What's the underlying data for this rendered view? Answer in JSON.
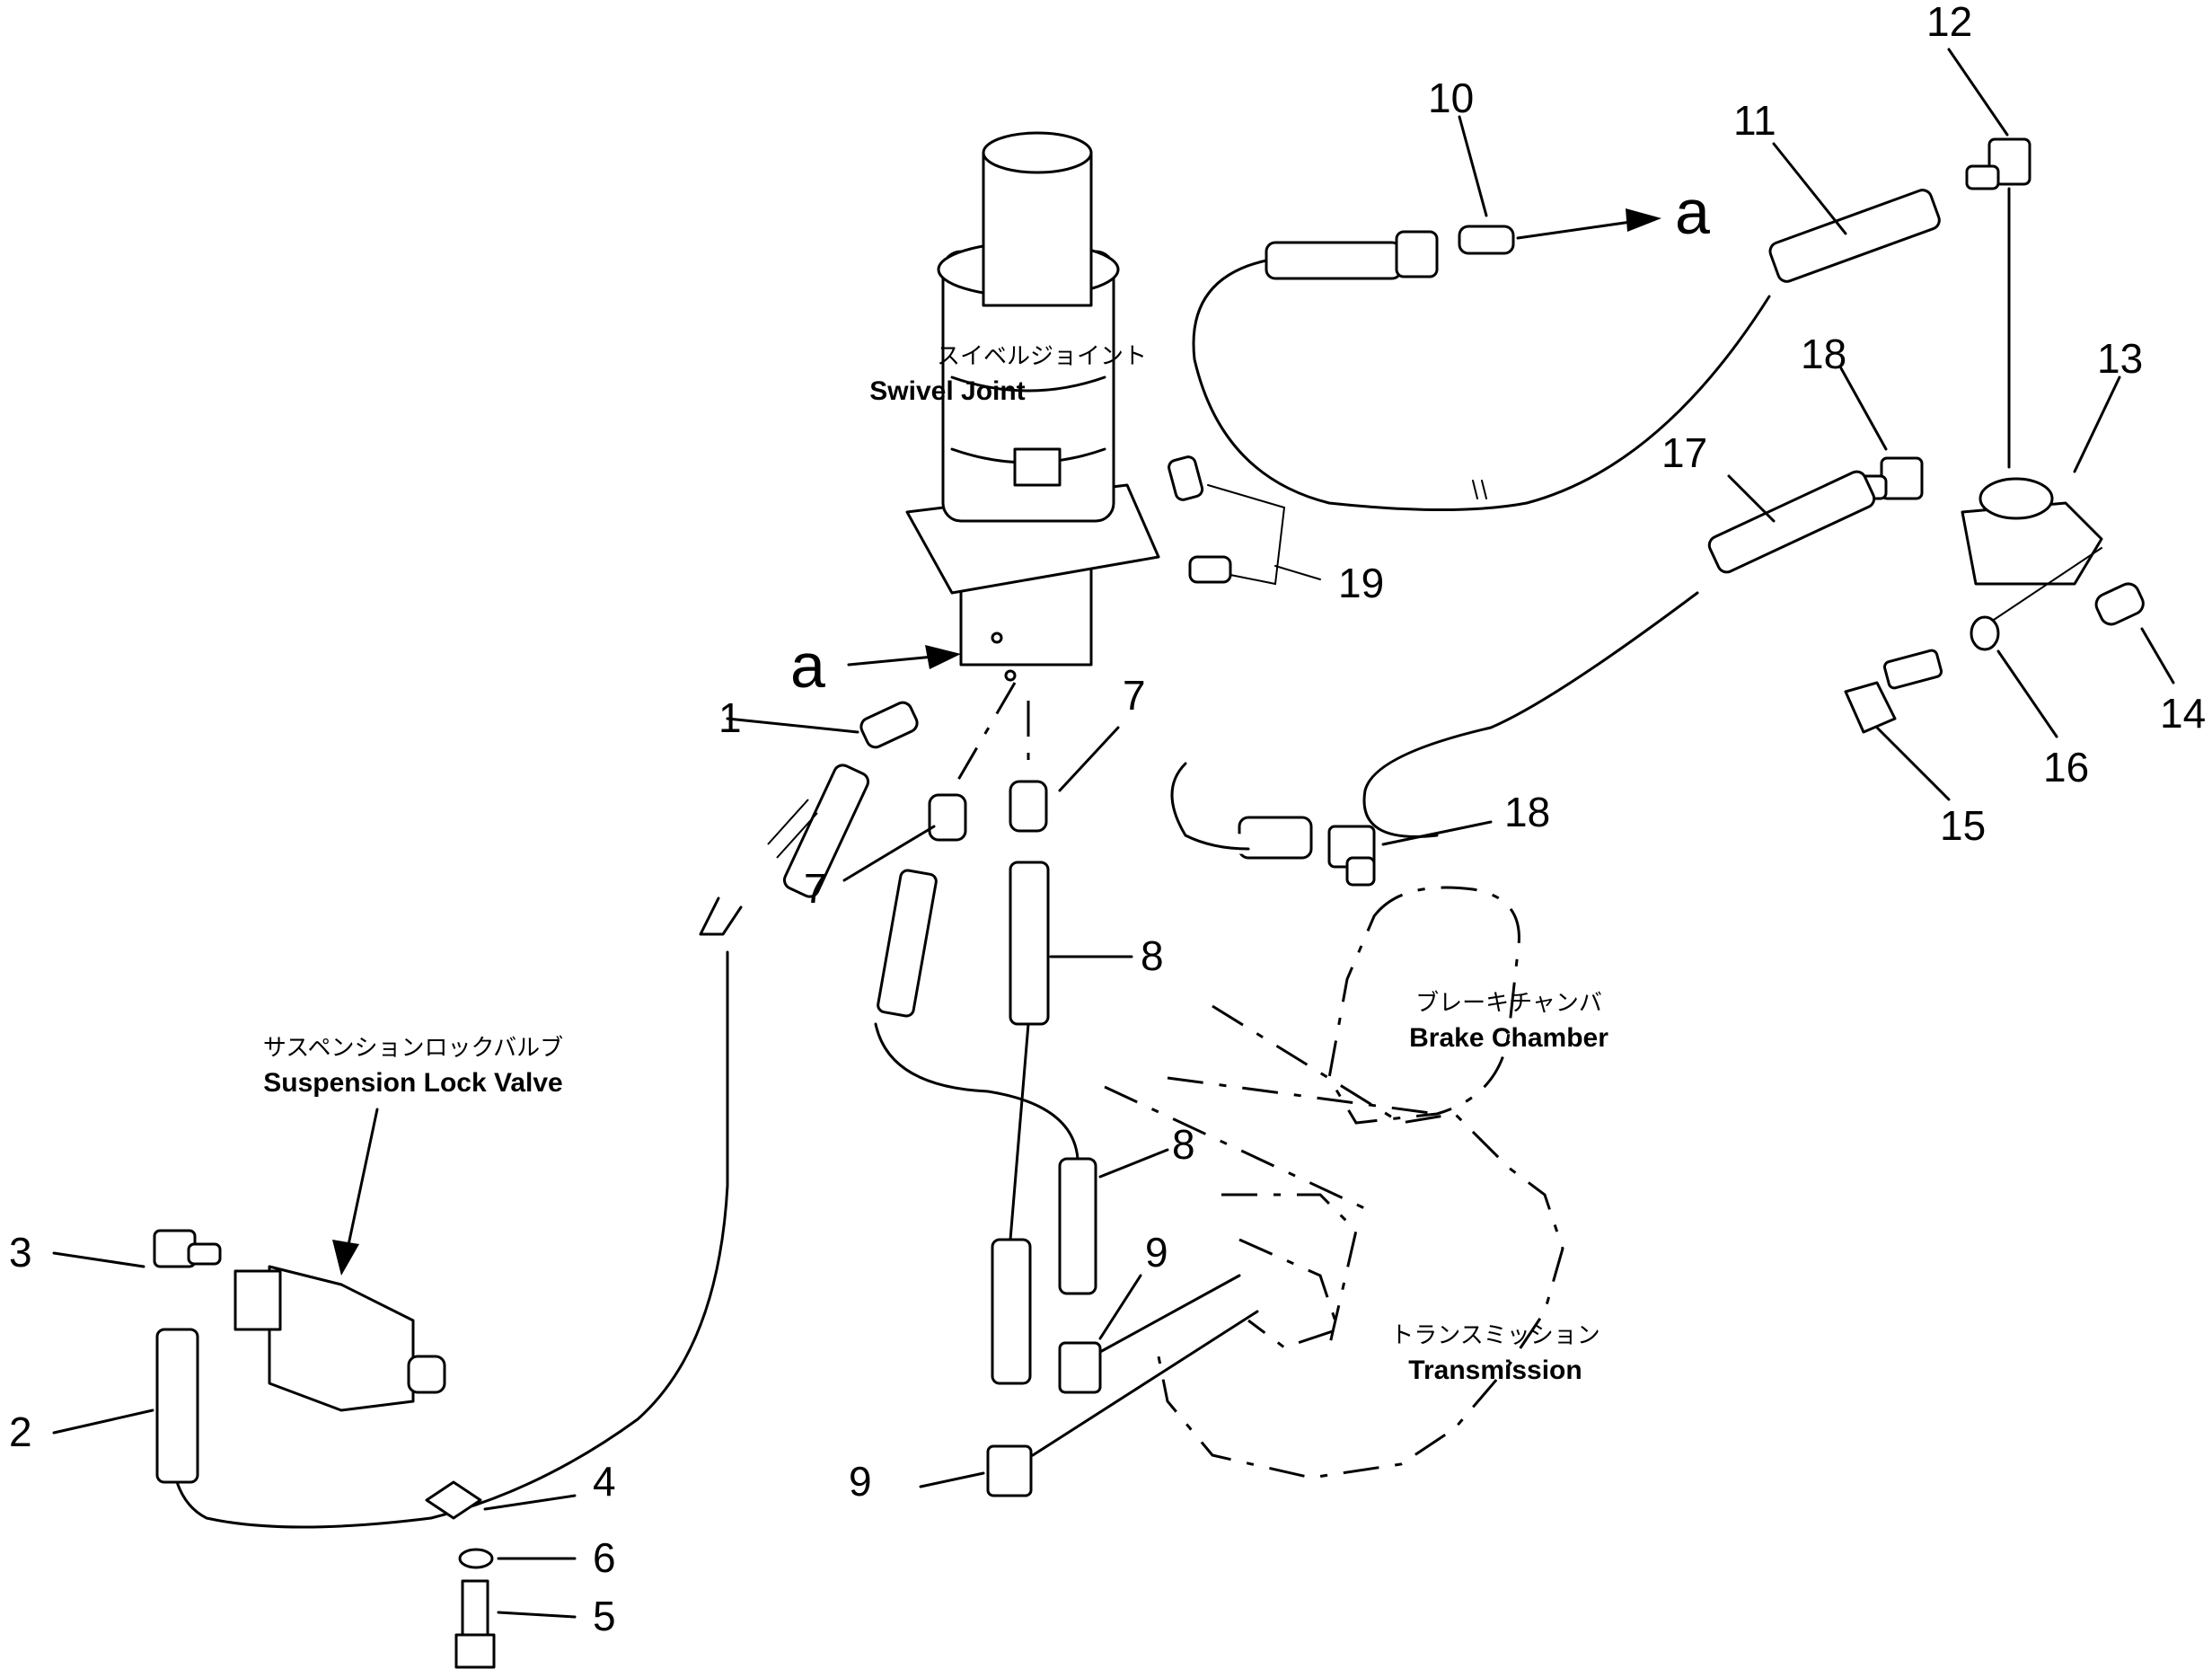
{
  "labels": {
    "swivel_joint": {
      "ja": "スイベルジョイント",
      "en": "Swivel  Joint"
    },
    "suspension_lock_valve": {
      "ja": "サスペンションロックバルブ",
      "en": "Suspension  Lock  Valve"
    },
    "brake_chamber": {
      "ja": "ブレーキチャンバ",
      "en": "Brake  Chamber"
    },
    "transmission": {
      "ja": "トランスミッション",
      "en": "Transmission"
    }
  },
  "callout": {
    "a": "a"
  },
  "part_numbers": {
    "p1": "1",
    "p2": "2",
    "p3": "3",
    "p4": "4",
    "p5": "5",
    "p6": "6",
    "p7a": "7",
    "p7b": "7",
    "p8a": "8",
    "p8b": "8",
    "p9a": "9",
    "p9b": "9",
    "p10": "10",
    "p11": "11",
    "p12": "12",
    "p13": "13",
    "p14": "14",
    "p15": "15",
    "p16": "16",
    "p17": "17",
    "p18a": "18",
    "p18b": "18",
    "p19": "19"
  }
}
